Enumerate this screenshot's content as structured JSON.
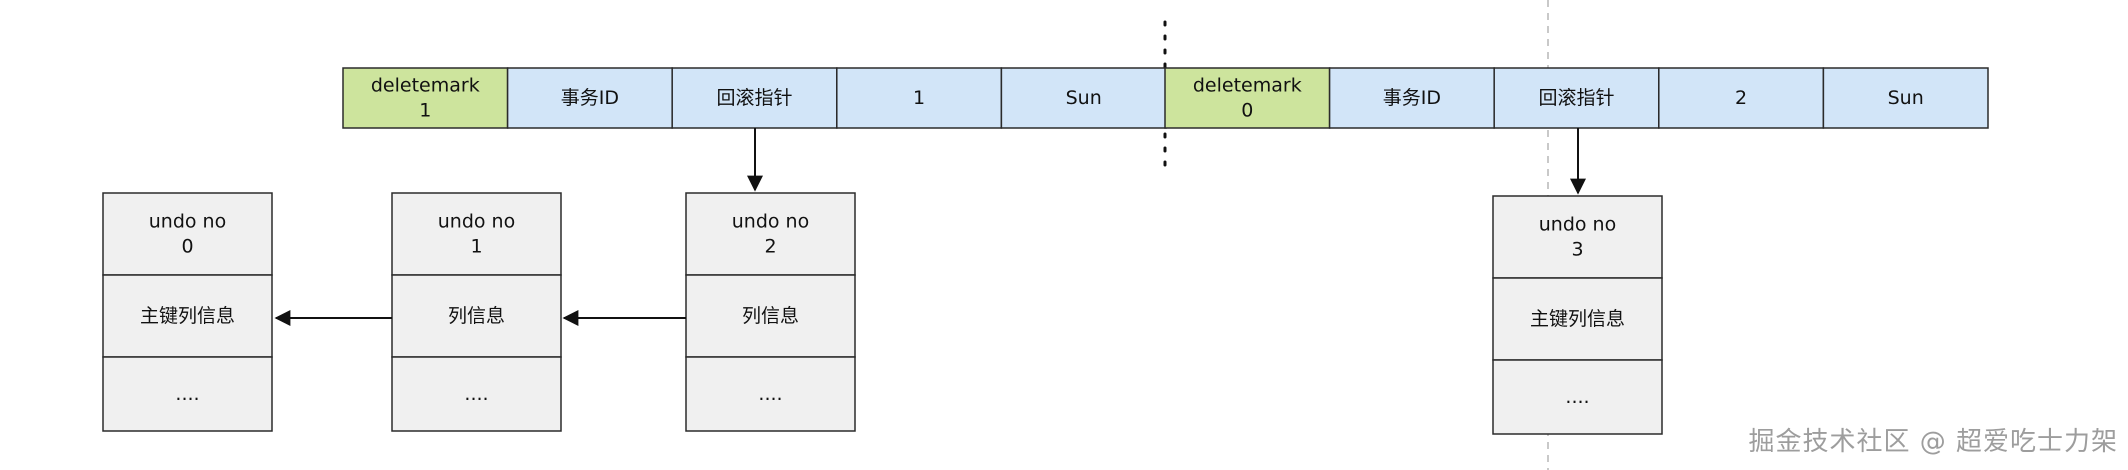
{
  "colors": {
    "green_fill": "#cde49d",
    "blue_fill": "#d2e5f8",
    "gray_fill": "#f0f0f0",
    "stroke": "#2b2b2b",
    "dashed_line": "#c9c9c9"
  },
  "record_a": {
    "cells": [
      {
        "lines": [
          "deletemark",
          "1"
        ],
        "fill": "green"
      },
      {
        "lines": [
          "事务ID"
        ],
        "fill": "blue"
      },
      {
        "lines": [
          "回滚指针"
        ],
        "fill": "blue"
      },
      {
        "lines": [
          "1"
        ],
        "fill": "blue"
      },
      {
        "lines": [
          "Sun"
        ],
        "fill": "blue"
      }
    ]
  },
  "record_b": {
    "cells": [
      {
        "lines": [
          "deletemark",
          "0"
        ],
        "fill": "green"
      },
      {
        "lines": [
          "事务ID"
        ],
        "fill": "blue"
      },
      {
        "lines": [
          "回滚指针"
        ],
        "fill": "blue"
      },
      {
        "lines": [
          "2"
        ],
        "fill": "blue"
      },
      {
        "lines": [
          "Sun"
        ],
        "fill": "blue"
      }
    ]
  },
  "undo_logs": [
    {
      "id": "undo-0",
      "rows": [
        [
          "undo no",
          "0"
        ],
        [
          "主键列信息"
        ],
        [
          "...."
        ]
      ]
    },
    {
      "id": "undo-1",
      "rows": [
        [
          "undo no",
          "1"
        ],
        [
          "列信息"
        ],
        [
          "...."
        ]
      ]
    },
    {
      "id": "undo-2",
      "rows": [
        [
          "undo no",
          "2"
        ],
        [
          "列信息"
        ],
        [
          "...."
        ]
      ]
    },
    {
      "id": "undo-3",
      "rows": [
        [
          "undo no",
          "3"
        ],
        [
          "主键列信息"
        ],
        [
          "...."
        ]
      ]
    }
  ],
  "watermark": "掘金技术社区 @ 超爱吃士力架"
}
